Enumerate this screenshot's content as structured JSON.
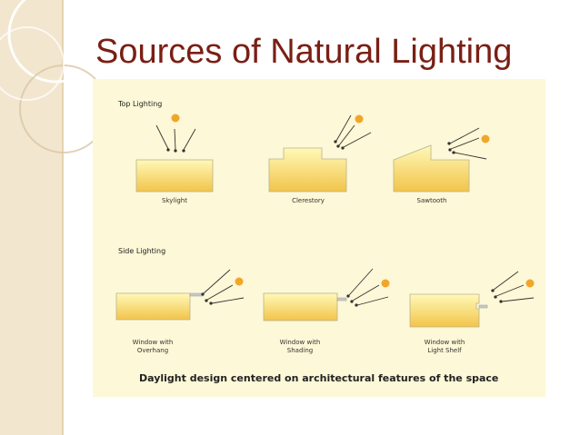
{
  "slide": {
    "title": "Sources of Natural Lighting"
  },
  "diagram": {
    "top_label": "Top Lighting",
    "side_label": "Side Lighting",
    "top_items": [
      "Skylight",
      "Clerestory",
      "Sawtooth"
    ],
    "side_items": [
      {
        "line1": "Window with",
        "line2": "Overhang"
      },
      {
        "line1": "Window with",
        "line2": "Shading"
      },
      {
        "line1": "Window with",
        "line2": "Light Shelf"
      }
    ],
    "caption": "Daylight design centered on architectural features of the space"
  },
  "colors": {
    "title": "#7a1f14",
    "panel": "#fdf8d7",
    "building_top": "#fff7a8",
    "building_bottom": "#f2c44a",
    "sun": "#f1a62b"
  }
}
